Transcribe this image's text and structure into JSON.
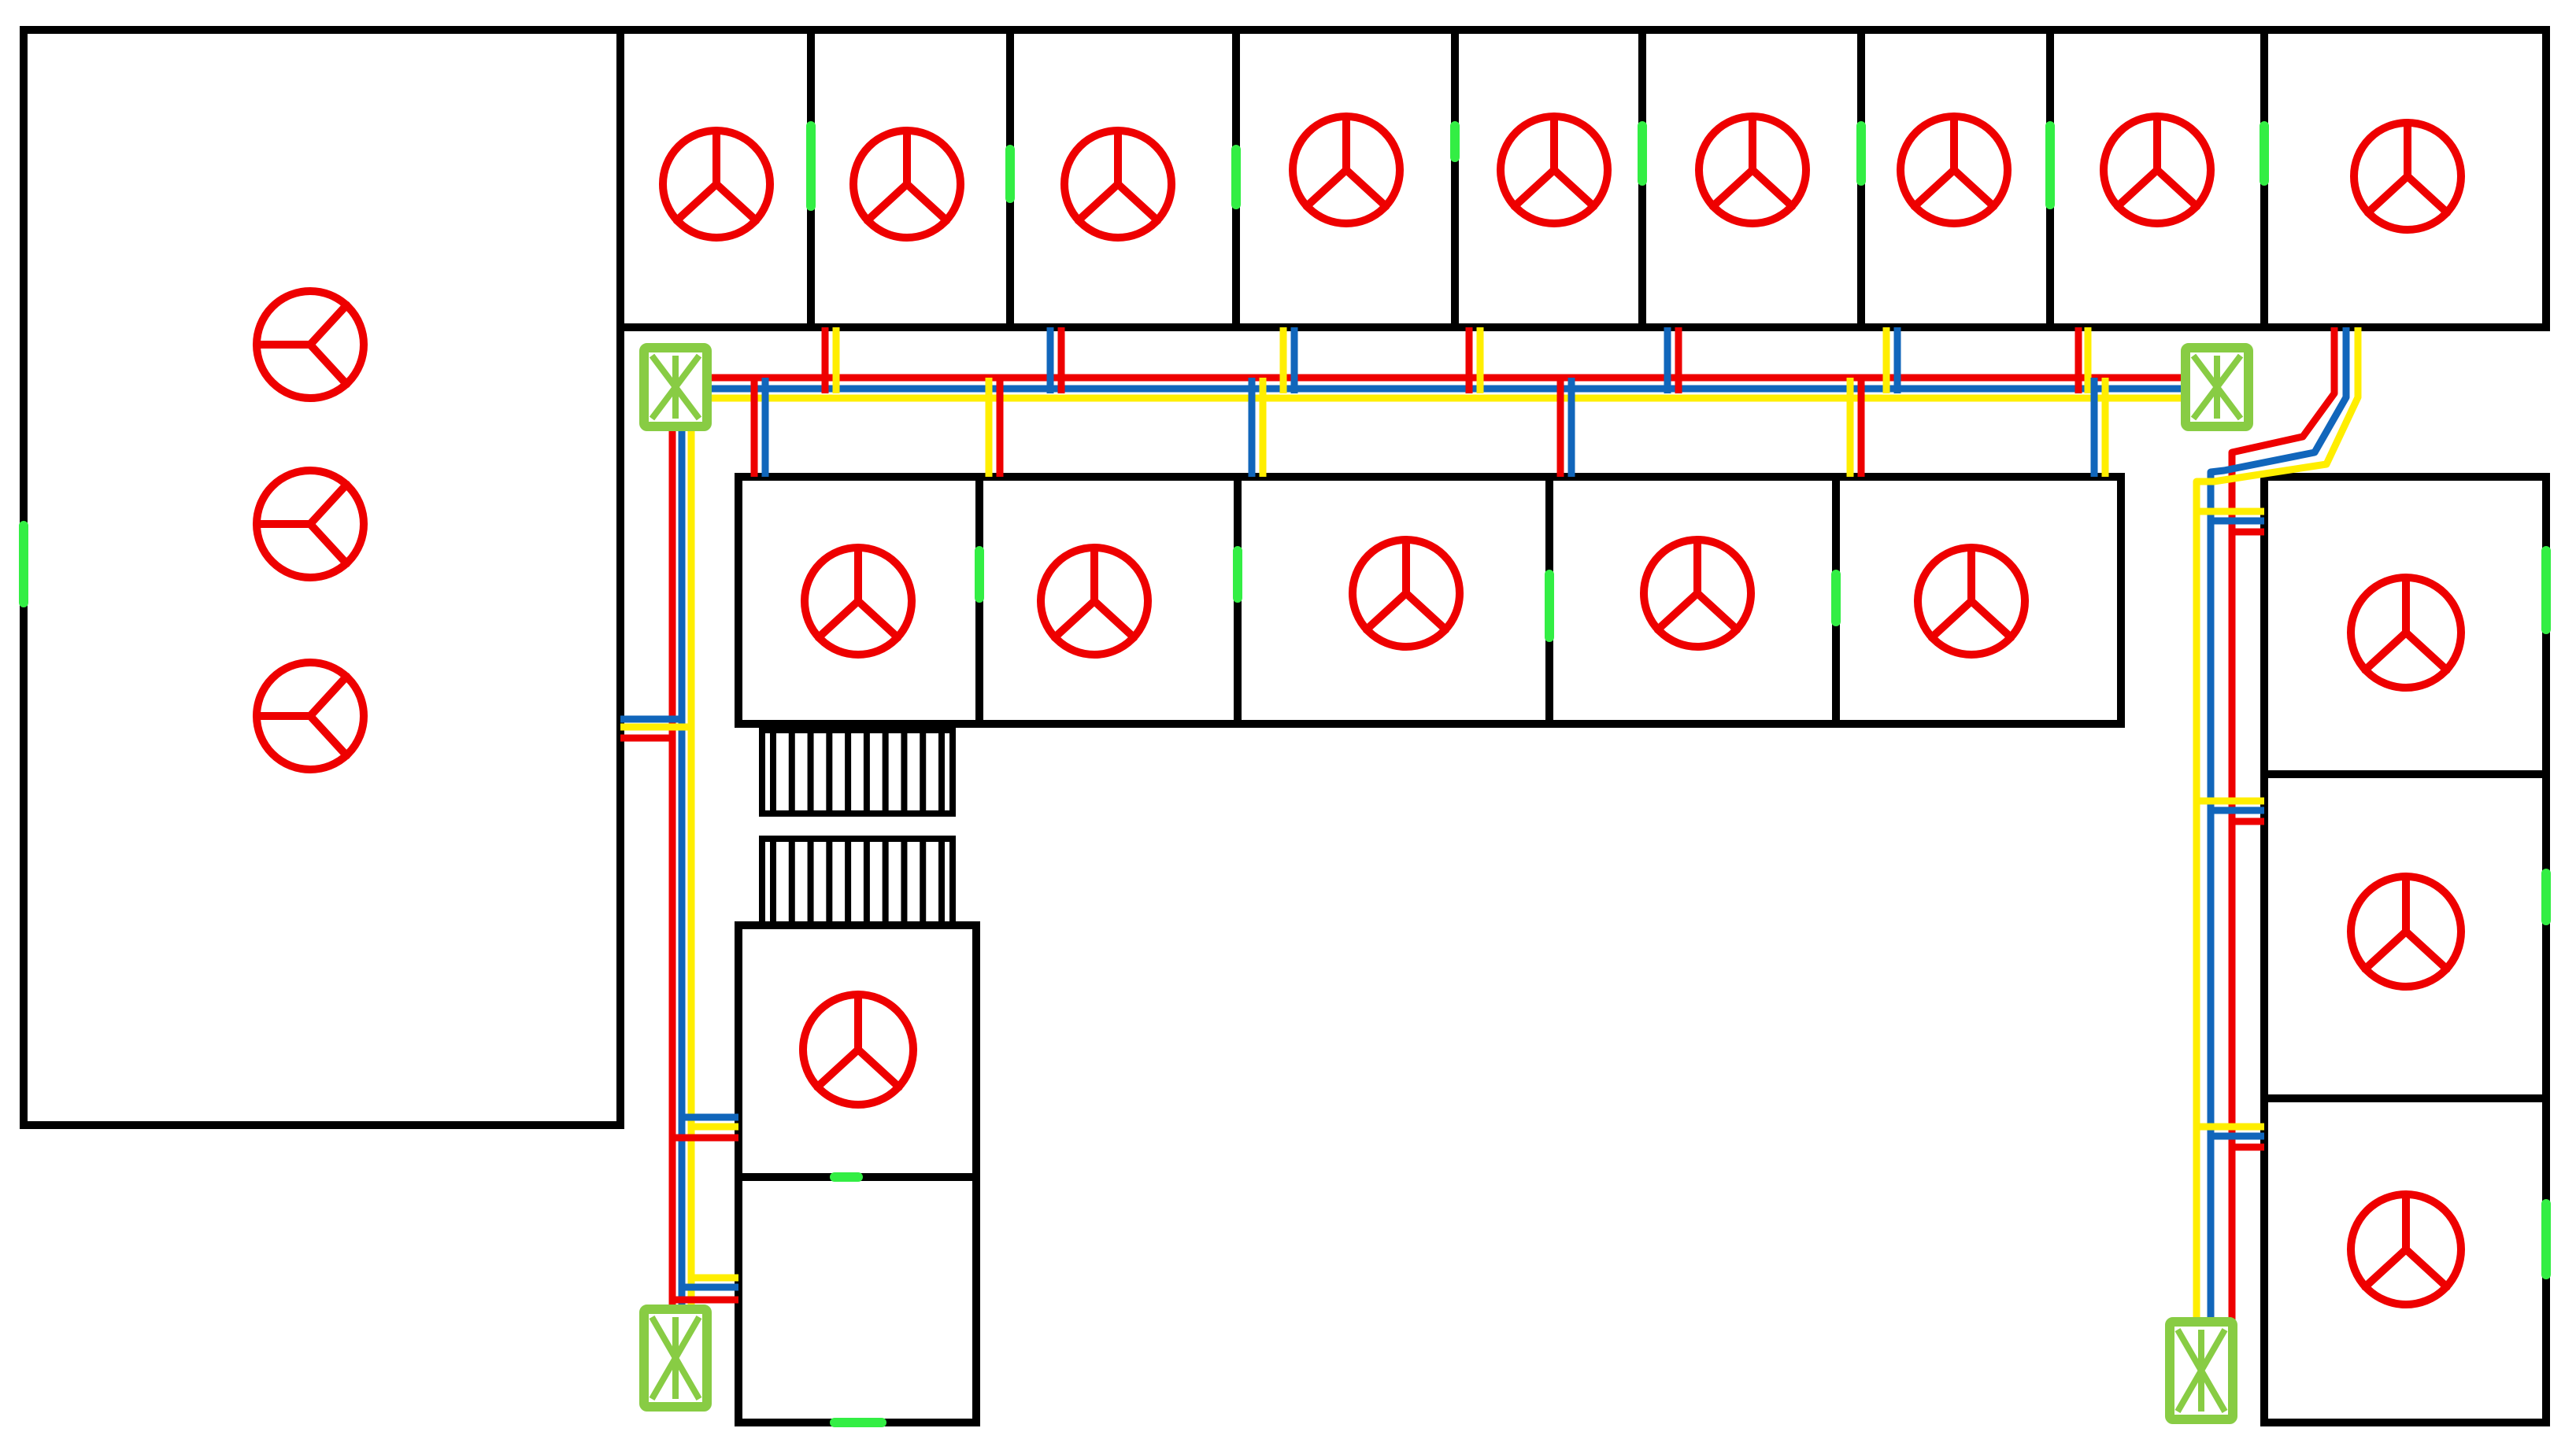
{
  "colors": {
    "wall": "#000000",
    "door": "#33ee44",
    "supply_pipe": "#ee0000",
    "return_pipe": "#1166bb",
    "secondary_pipe": "#ffee00",
    "fan_unit": "#ee0000",
    "shaft": "#88cc44",
    "background": "#ffffff"
  },
  "icons": {
    "fan_unit": "fan-coil-icon",
    "shaft": "riser-shaft-icon",
    "door": "door-opening",
    "stair": "staircase"
  },
  "counts": {
    "rooms": 22,
    "fan_units": 21,
    "riser_shafts": 4,
    "staircase_flights": 2
  }
}
